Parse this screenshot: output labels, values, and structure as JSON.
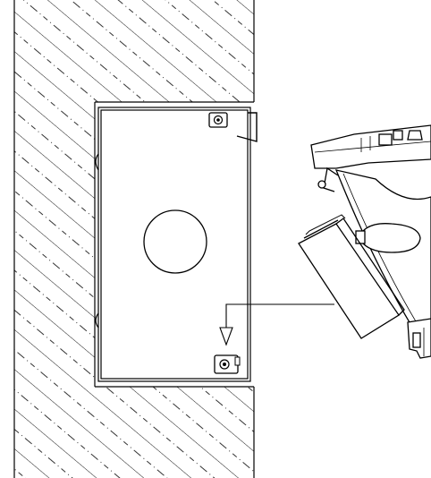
{
  "drawing": {
    "colors": {
      "line": "#000000",
      "background": "#ffffff"
    },
    "components": [
      {
        "id": "wall",
        "icon": "hatched-wall-section"
      },
      {
        "id": "recessed-box",
        "icon": "metal-back-box"
      },
      {
        "id": "cable-entry",
        "icon": "circular-knockout"
      },
      {
        "id": "spring-clip",
        "icon": "clip"
      },
      {
        "id": "mount-screws",
        "icon": "screw-tab"
      },
      {
        "id": "leader-arrow",
        "icon": "arrow-down"
      },
      {
        "id": "camera-module",
        "icon": "tilted-camera-assembly"
      }
    ]
  }
}
